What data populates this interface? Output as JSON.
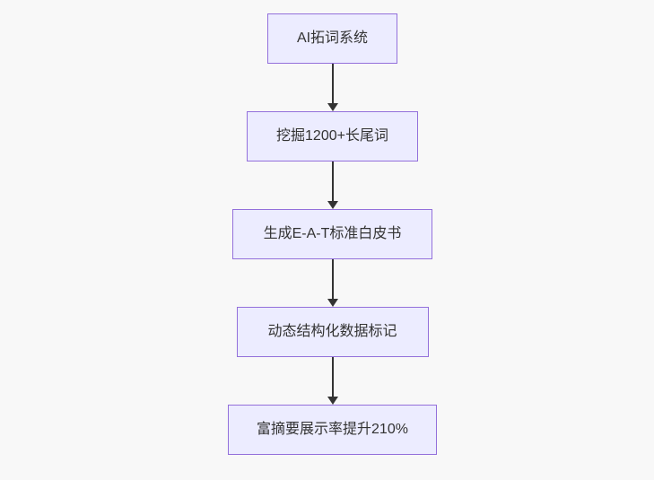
{
  "page": {
    "background_color": "#f8f8f8"
  },
  "diagram": {
    "type": "flowchart",
    "direction": "top-down",
    "node_fill_color": "#ececff",
    "node_border_color": "#9370db",
    "node_text_color": "#333333",
    "arrow_color": "#333333",
    "nodes": [
      {
        "id": "step-1",
        "label": "AI拓词系统"
      },
      {
        "id": "step-2",
        "label": "挖掘1200+长尾词"
      },
      {
        "id": "step-3",
        "label": "生成E-A-T标准白皮书"
      },
      {
        "id": "step-4",
        "label": "动态结构化数据标记"
      },
      {
        "id": "step-5",
        "label": "富摘要展示率提升210%"
      }
    ],
    "edges": [
      {
        "from": "step-1",
        "to": "step-2"
      },
      {
        "from": "step-2",
        "to": "step-3"
      },
      {
        "from": "step-3",
        "to": "step-4"
      },
      {
        "from": "step-4",
        "to": "step-5"
      }
    ]
  }
}
